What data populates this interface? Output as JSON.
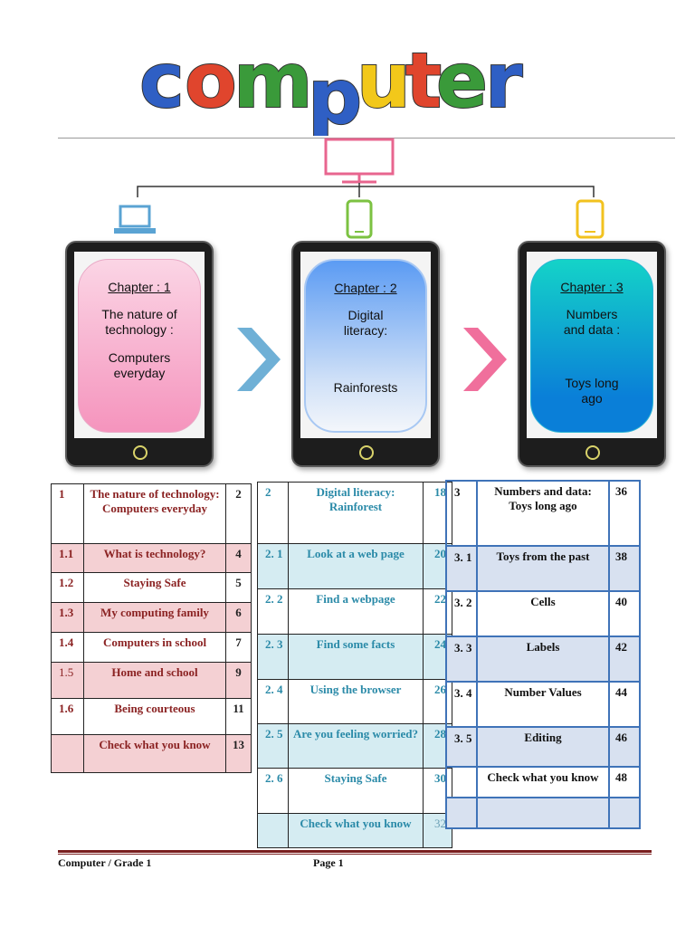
{
  "title": "computer",
  "chapters": [
    {
      "heading": "Chapter : 1",
      "subtitle": "The nature of technology :",
      "topic": "Computers everyday"
    },
    {
      "heading": "Chapter : 2",
      "subtitle": "Digital literacy:",
      "topic": "Rainforests"
    },
    {
      "heading": "Chapter : 3",
      "subtitle": "Numbers and data :",
      "topic": "Toys long ago"
    }
  ],
  "table1": {
    "rows": [
      {
        "num": "1",
        "label": "The nature of technology: Computers everyday",
        "page": "2"
      },
      {
        "num": "1.1",
        "label": "What is technology?",
        "page": "4"
      },
      {
        "num": "1.2",
        "label": "Staying Safe",
        "page": "5"
      },
      {
        "num": "1.3",
        "label": "My computing family",
        "page": "6"
      },
      {
        "num": "1.4",
        "label": "Computers in school",
        "page": "7"
      },
      {
        "num": "1.5",
        "label": "Home and school",
        "page": "9"
      },
      {
        "num": "1.6",
        "label": "Being courteous",
        "page": "11"
      },
      {
        "num": "",
        "label": "Check what you know",
        "page": "13"
      }
    ]
  },
  "table2": {
    "rows": [
      {
        "num": "2",
        "label": "Digital literacy: Rainforest",
        "page": "18"
      },
      {
        "num": "2. 1",
        "label": "Look at a web page",
        "page": "20"
      },
      {
        "num": "2. 2",
        "label": "Find a webpage",
        "page": "22"
      },
      {
        "num": "2. 3",
        "label": "Find some facts",
        "page": "24"
      },
      {
        "num": "2. 4",
        "label": "Using the browser",
        "page": "26"
      },
      {
        "num": "2. 5",
        "label": "Are you feeling worried?",
        "page": "28"
      },
      {
        "num": "2. 6",
        "label": "Staying Safe",
        "page": "30"
      },
      {
        "num": "",
        "label": "Check what you know",
        "page": "32"
      }
    ]
  },
  "table3": {
    "rows": [
      {
        "num": "3",
        "label": "Numbers and data: Toys long ago",
        "page": "36"
      },
      {
        "num": "3. 1",
        "label": "Toys from the past",
        "page": "38"
      },
      {
        "num": "3. 2",
        "label": "Cells",
        "page": "40"
      },
      {
        "num": "3. 3",
        "label": "Labels",
        "page": "42"
      },
      {
        "num": "3. 4",
        "label": "Number Values",
        "page": "44"
      },
      {
        "num": "3. 5",
        "label": "Editing",
        "page": "46"
      },
      {
        "num": "",
        "label": "Check what you know",
        "page": "48"
      },
      {
        "num": "",
        "label": "",
        "page": ""
      }
    ]
  },
  "footer": {
    "left": "Computer / Grade 1",
    "center": "Page 1"
  },
  "colors": {
    "table1_text": "#8b2323",
    "table2_text": "#2a8aa8",
    "table3_border": "#3f73b8",
    "arrow_blue": "#6fb0d6",
    "arrow_pink": "#f06f9c",
    "footer_rule": "#7a1f1f"
  },
  "icons": [
    "monitor-icon",
    "laptop-icon",
    "phone-icon",
    "tablet-icon",
    "chevron-right-icon"
  ]
}
